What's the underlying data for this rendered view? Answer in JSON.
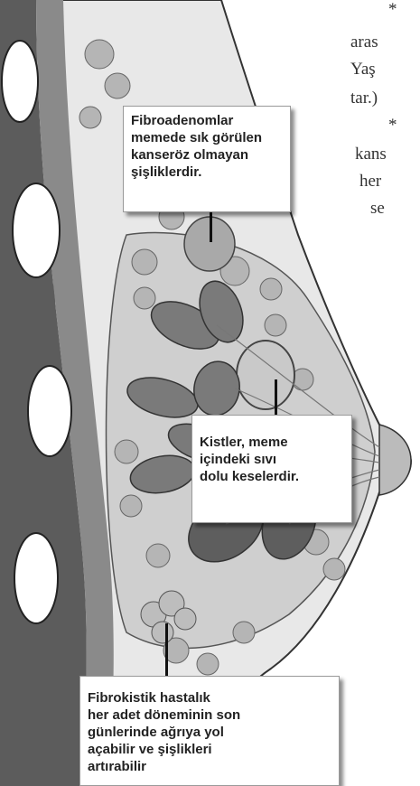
{
  "side_text": [
    "*",
    "aras",
    "Yaş",
    "tar.)",
    "*",
    "kans",
    "her",
    "se"
  ],
  "callouts": {
    "fibroadenoma": [
      "Fibroadenomlar",
      "memede sık görülen",
      "kanseröz olmayan",
      "şişliklerdir."
    ],
    "cysts": [
      "Kistler, meme",
      "içindeki sıvı",
      "dolu keselerdir."
    ],
    "fibrocystic": [
      "Fibrokistik hastalık",
      "her adet döneminin son",
      "günlerinde ağrıya yol",
      "açabilir ve şişlikleri",
      "artırabilir"
    ]
  },
  "colors": {
    "muscle": "#555555",
    "tissue": "#d2d2d2",
    "lobe": "#7a7a7a",
    "lobe_dark": "#4a4a4a",
    "fat": "#bdbdbd"
  }
}
